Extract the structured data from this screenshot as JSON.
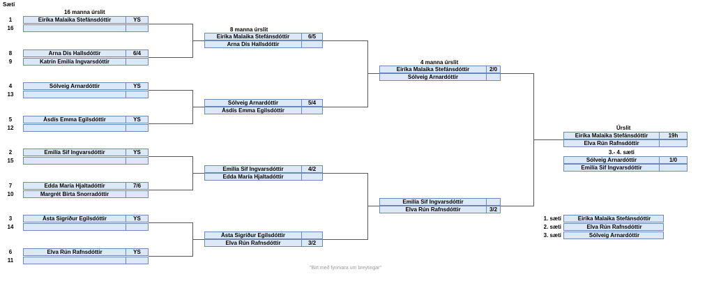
{
  "corner_label": "Sæti",
  "round_titles": {
    "r16": "16 manna úrslit",
    "qf": "8 manna úrslit",
    "sf": "4 manna úrslit",
    "final": "Úrslit",
    "third": "3.- 4. sæti"
  },
  "r16": [
    {
      "seed_top": "1",
      "seed_bot": "16",
      "top": "Eiríka Malaika Stefánsdóttir",
      "top_score": "YS",
      "bot": "",
      "bot_score": ""
    },
    {
      "seed_top": "8",
      "seed_bot": "9",
      "top": "Arna Dís Hallsdóttir",
      "top_score": "6/4",
      "bot": "Katrín Emilía Ingvarsdóttir",
      "bot_score": ""
    },
    {
      "seed_top": "4",
      "seed_bot": "13",
      "top": "Sólveig Arnardóttir",
      "top_score": "YS",
      "bot": "",
      "bot_score": ""
    },
    {
      "seed_top": "5",
      "seed_bot": "12",
      "top": "Ásdís Emma Egilsdóttir",
      "top_score": "YS",
      "bot": "",
      "bot_score": ""
    },
    {
      "seed_top": "2",
      "seed_bot": "15",
      "top": "Emilía Sif Ingvarsdóttir",
      "top_score": "YS",
      "bot": "",
      "bot_score": ""
    },
    {
      "seed_top": "7",
      "seed_bot": "10",
      "top": "Edda María Hjaltadóttir",
      "top_score": "7/6",
      "bot": "Margrét Birta Snorradóttir",
      "bot_score": ""
    },
    {
      "seed_top": "3",
      "seed_bot": "14",
      "top": "Ásta Sigríður Egilsdóttir",
      "top_score": "YS",
      "bot": "",
      "bot_score": ""
    },
    {
      "seed_top": "6",
      "seed_bot": "11",
      "top": "Elva Rún Rafnsdóttir",
      "top_score": "YS",
      "bot": "",
      "bot_score": ""
    }
  ],
  "qf": [
    {
      "top": "Eiríka Malaika Stefánsdóttir",
      "top_score": "6/5",
      "bot": "Arna Dís Hallsdóttir",
      "bot_score": ""
    },
    {
      "top": "Sólveig Arnardóttir",
      "top_score": "5/4",
      "bot": "Ásdís Emma Egilsdóttir",
      "bot_score": ""
    },
    {
      "top": "Emilía Sif Ingvarsdóttir",
      "top_score": "4/2",
      "bot": "Edda María Hjaltadóttir",
      "bot_score": ""
    },
    {
      "top": "Ásta Sigríður Egilsdóttir",
      "top_score": "",
      "bot": "Elva Rún Rafnsdóttir",
      "bot_score": "3/2"
    }
  ],
  "sf": [
    {
      "top": "Eiríka Malaika Stefánsdóttir",
      "top_score": "2/0",
      "bot": "Sólveig Arnardóttir",
      "bot_score": ""
    },
    {
      "top": "Emilía Sif Ingvarsdóttir",
      "top_score": "",
      "bot": "Elva Rún Rafnsdóttir",
      "bot_score": "3/2"
    }
  ],
  "final": {
    "top": "Eiríka Malaika Stefánsdóttir",
    "top_score": "19h",
    "bot": "Elva Rún Rafnsdóttir",
    "bot_score": ""
  },
  "third": {
    "top": "Sólveig Arnardóttir",
    "top_score": "1/0",
    "bot": "Emilía Sif Ingvarsdóttir",
    "bot_score": ""
  },
  "standings": [
    {
      "place": "1. sæti",
      "name": "Eiríka Malaika Stefánsdóttir"
    },
    {
      "place": "2. sæti",
      "name": "Elva Rún Rafnsdóttir"
    },
    {
      "place": "3. sæti",
      "name": "Sólveig Arnardóttir"
    }
  ],
  "footnote": "\"Birt með fyrirvara um breytingar\""
}
